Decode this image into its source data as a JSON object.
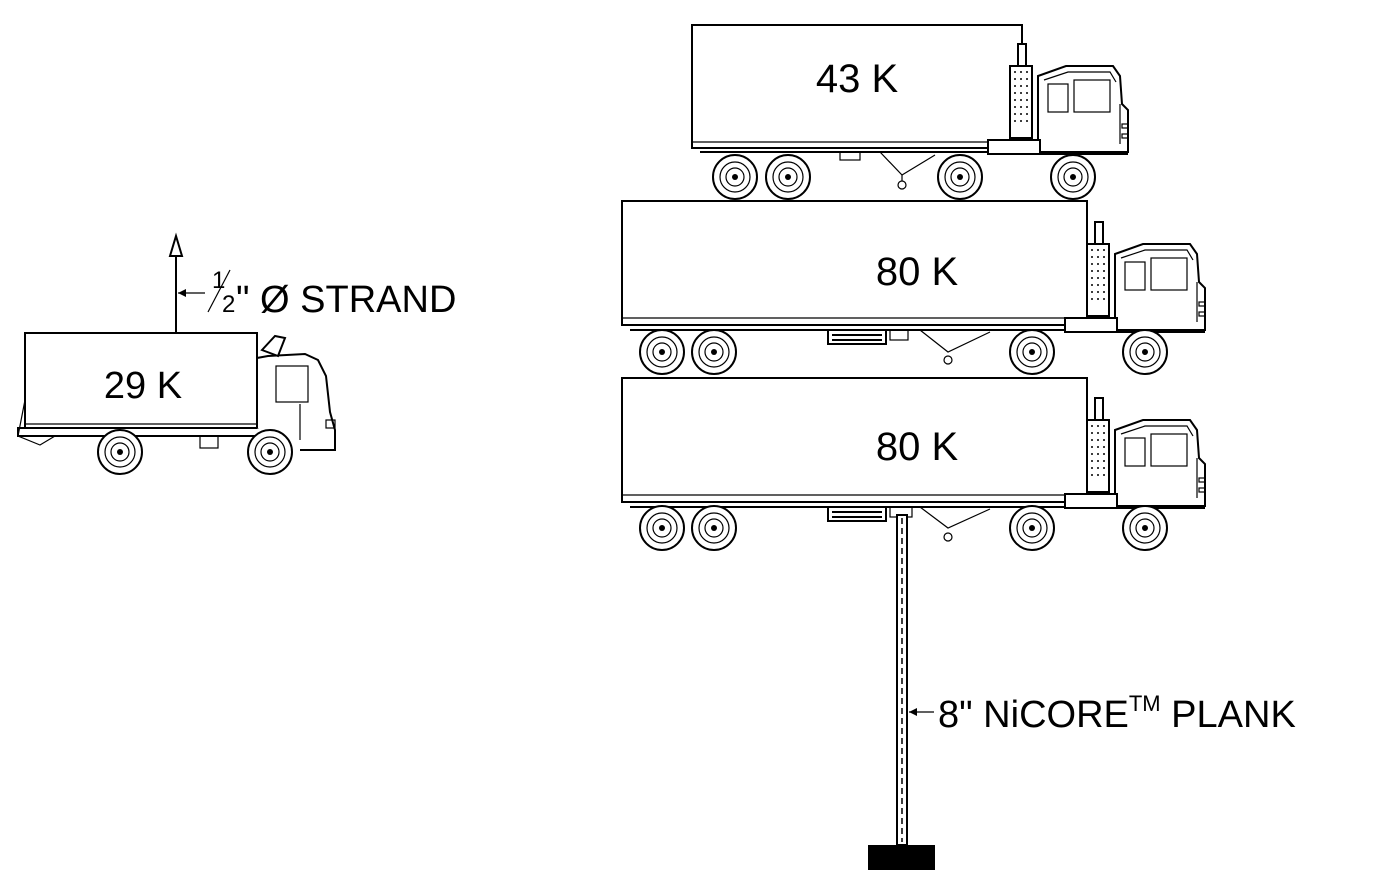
{
  "diagram": {
    "small_truck": {
      "load_label": "29 K"
    },
    "strand": {
      "fraction_numerator": "1",
      "fraction_denominator": "2",
      "label": "\" Ø STRAND"
    },
    "top_truck": {
      "load_label": "43 K"
    },
    "middle_truck": {
      "load_label": "80 K"
    },
    "bottom_truck": {
      "load_label": "80 K"
    },
    "plank": {
      "label_main": "8\" NiCORE",
      "trademark": "TM",
      "label_end": " PLANK"
    }
  }
}
